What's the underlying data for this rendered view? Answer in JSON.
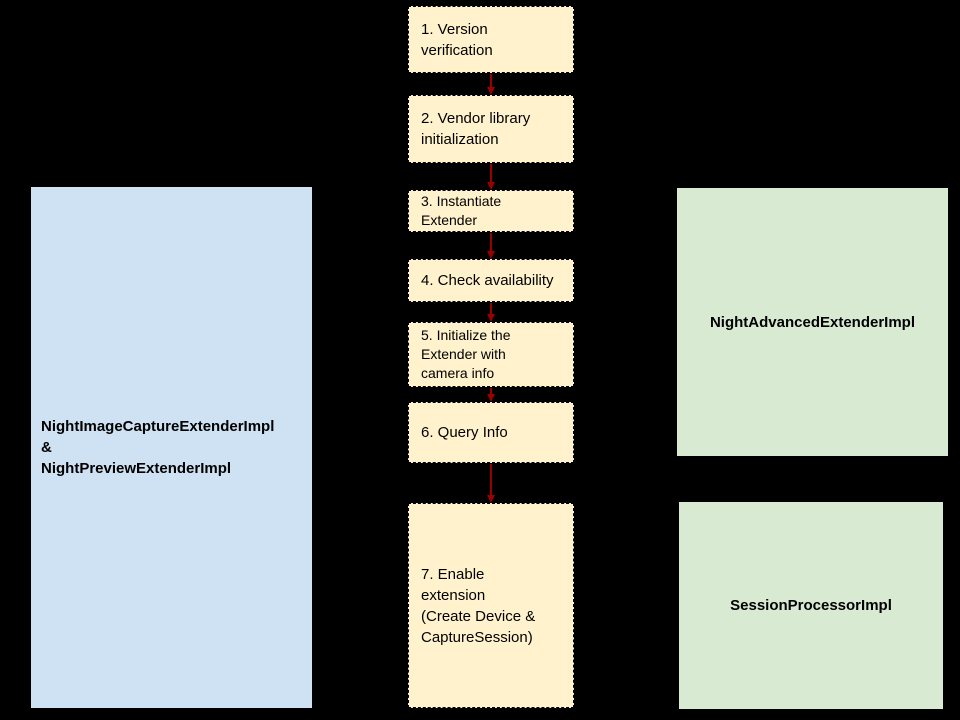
{
  "colors": {
    "background": "#000000",
    "step_fill": "#fff2cc",
    "step_border": "#000000",
    "left_box_fill": "#cfe2f3",
    "right_box_fill": "#d9ead3",
    "arrow": "#990000",
    "text": "#000000"
  },
  "diagram": {
    "left_box": {
      "label": "NightImageCaptureExtenderImpl\n&\nNightPreviewExtenderImpl"
    },
    "right_boxes": [
      {
        "label": "NightAdvancedExtenderImpl"
      },
      {
        "label": "SessionProcessorImpl"
      }
    ],
    "steps": [
      {
        "label": "1. Version\nverification"
      },
      {
        "label": "2. Vendor library\ninitialization"
      },
      {
        "label": "3. Instantiate\nExtender"
      },
      {
        "label": "4. Check availability"
      },
      {
        "label": "5. Initialize the\nExtender with\ncamera info"
      },
      {
        "label": "6. Query Info"
      },
      {
        "label": "7. Enable\nextension\n(Create Device &\nCaptureSession)"
      }
    ]
  }
}
